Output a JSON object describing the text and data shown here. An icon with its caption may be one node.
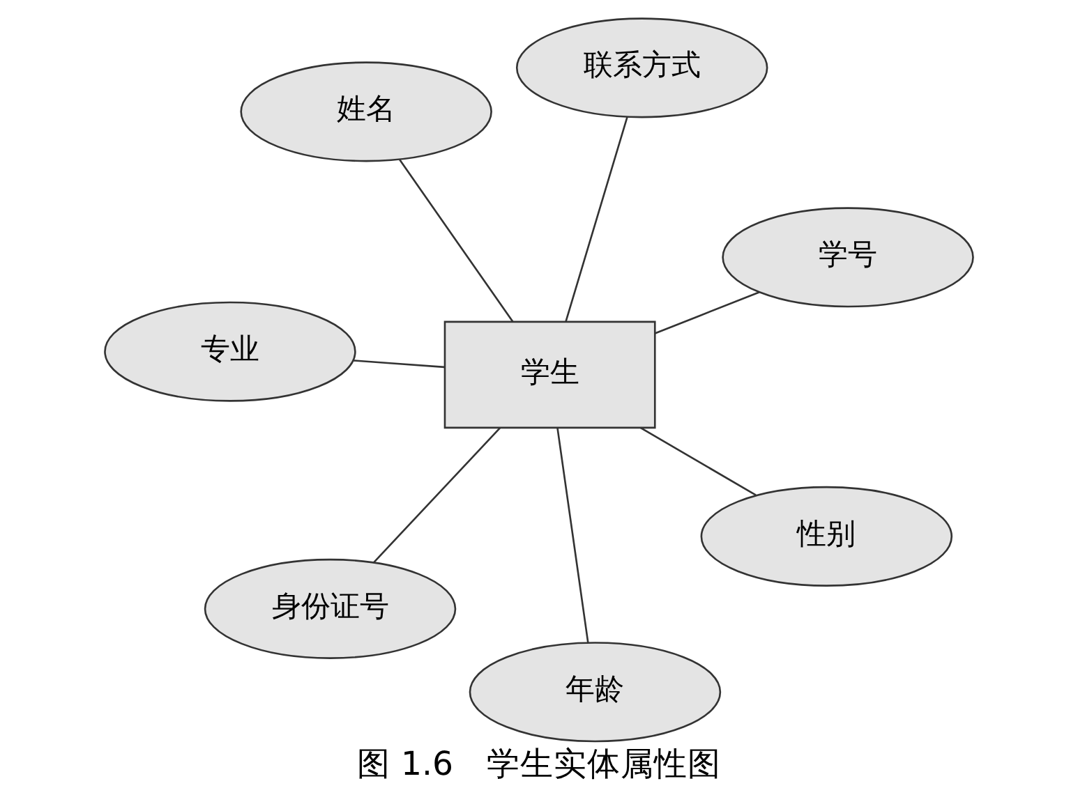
{
  "diagram": {
    "caption": "图 1.6　学生实体属性图",
    "nodes": [
      {
        "text": [
          "姓名"
        ]
      },
      {
        "text": [
          "学号"
        ]
      },
      {
        "text": [
          "年龄"
        ]
      },
      {
        "text": [
          "学生"
        ]
      },
      {
        "text": [
          "联系方式"
        ]
      },
      {
        "text": [
          "专业"
        ]
      },
      {
        "text": [
          "身份证号"
        ]
      },
      {
        "text": [
          "性别"
        ]
      }
    ],
    "edges": [
      {
        "from": 3,
        "to": 0,
        "arrow": "none"
      },
      {
        "from": 3,
        "to": 1,
        "arrow": "none"
      },
      {
        "from": 3,
        "to": 2,
        "arrow": "none"
      },
      {
        "from": 3,
        "to": 4,
        "arrow": "none"
      },
      {
        "from": 3,
        "to": 5,
        "arrow": "none"
      },
      {
        "from": 3,
        "to": 6,
        "arrow": "none"
      },
      {
        "from": 3,
        "to": 7,
        "arrow": "none"
      }
    ]
  }
}
